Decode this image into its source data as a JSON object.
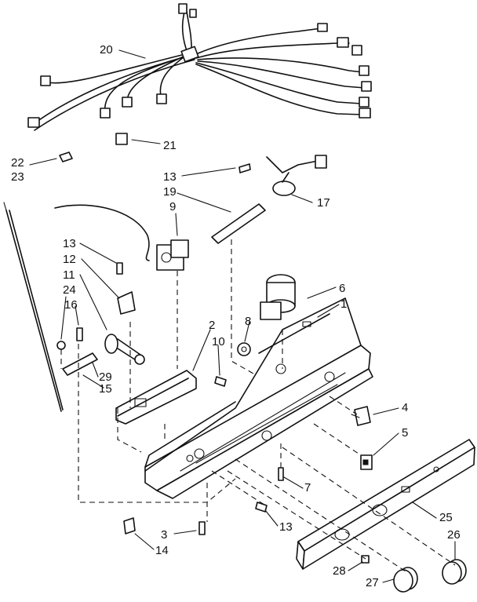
{
  "callouts": [
    {
      "id": "20",
      "text": "20"
    },
    {
      "id": "21",
      "text": "21"
    },
    {
      "id": "22",
      "text": "22"
    },
    {
      "id": "23",
      "text": "23"
    },
    {
      "id": "13a",
      "text": "13"
    },
    {
      "id": "19",
      "text": "19"
    },
    {
      "id": "17",
      "text": "17"
    },
    {
      "id": "9",
      "text": "9"
    },
    {
      "id": "13b",
      "text": "13"
    },
    {
      "id": "12",
      "text": "12"
    },
    {
      "id": "11",
      "text": "11"
    },
    {
      "id": "24",
      "text": "24"
    },
    {
      "id": "16",
      "text": "16"
    },
    {
      "id": "6",
      "text": "6"
    },
    {
      "id": "1",
      "text": "1"
    },
    {
      "id": "8",
      "text": "8"
    },
    {
      "id": "2",
      "text": "2"
    },
    {
      "id": "10",
      "text": "10"
    },
    {
      "id": "29",
      "text": "29"
    },
    {
      "id": "15",
      "text": "15"
    },
    {
      "id": "4",
      "text": "4"
    },
    {
      "id": "5",
      "text": "5"
    },
    {
      "id": "7",
      "text": "7"
    },
    {
      "id": "13c",
      "text": "13"
    },
    {
      "id": "25",
      "text": "25"
    },
    {
      "id": "3",
      "text": "3"
    },
    {
      "id": "14",
      "text": "14"
    },
    {
      "id": "26",
      "text": "26"
    },
    {
      "id": "28",
      "text": "28"
    },
    {
      "id": "27",
      "text": "27"
    }
  ]
}
